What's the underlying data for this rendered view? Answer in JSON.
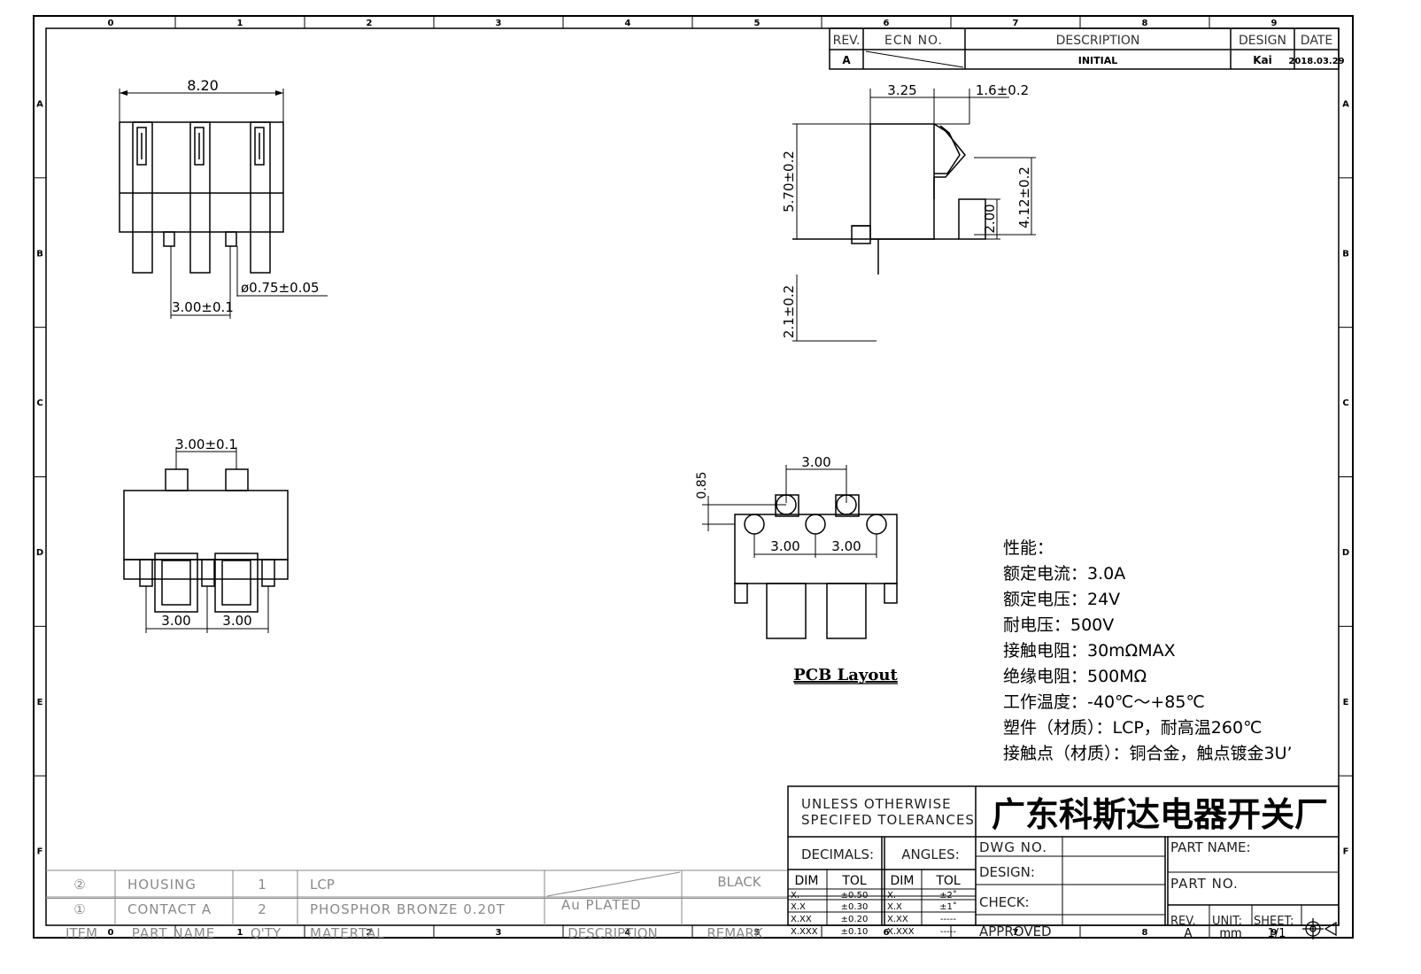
{
  "frame": {
    "col_labels": [
      "0",
      "1",
      "2",
      "3",
      "4",
      "5",
      "6",
      "7",
      "8",
      "9"
    ],
    "row_labels": [
      "A",
      "B",
      "C",
      "D",
      "E",
      "F"
    ]
  },
  "revision_block": {
    "headers": [
      "REV.",
      "ECN NO.",
      "DESCRIPTION",
      "DESIGN",
      "DATE"
    ],
    "row": {
      "rev": "A",
      "ecn": "",
      "description": "INITIAL",
      "design": "Kai",
      "date": "2018.03.29"
    }
  },
  "front_view": {
    "width_dim": "8.20",
    "pin_dia_dim": "ø0.75±0.05",
    "pitch_dim": "3.00±0.1"
  },
  "side_view": {
    "d1": "3.25",
    "d2": "1.6±0.2",
    "d3": "5.70±0.2",
    "d4": "4.12±0.2",
    "d5": "2.00",
    "d6": "2.1±0.2"
  },
  "bottom_view": {
    "top_dim": "3.00±0.1",
    "bottom_dim_1": "3.00",
    "bottom_dim_2": "3.00"
  },
  "pcb_layout": {
    "title": "PCB Layout",
    "dim_top": "3.00",
    "dim_offset": "0.85",
    "dim_left": "3.00",
    "dim_right": "3.00"
  },
  "specs": {
    "title": "性能：",
    "lines": [
      "额定电流：3.0A",
      "额定电压：24V",
      "耐电压：500V",
      "接触电阻：30mΩMAX",
      "绝缘电阻：500MΩ",
      "工作温度：-40℃～+85℃",
      "塑件（材质）：LCP，耐高温260℃",
      "接触点（材质）：铜合金，触点镀金3U’"
    ]
  },
  "bom": {
    "rows": [
      {
        "item": "②",
        "part": "HOUSING",
        "qty": "1",
        "material": "LCP",
        "description": "",
        "remark": "BLACK"
      },
      {
        "item": "①",
        "part": "CONTACT A",
        "qty": "2",
        "material": "PHOSPHOR BRONZE 0.20T",
        "description": "Au PLATED",
        "remark": ""
      }
    ],
    "header": {
      "item": "ITEM",
      "part": "PART NAME",
      "qty": "Q'TY",
      "material": "MATERTAL",
      "description": "DESCRIPTION",
      "remark": "REMARK"
    }
  },
  "title_block": {
    "tolerance_note_1": "UNLESS OTHERWISE",
    "tolerance_note_2": "SPECIFED TOLERANCES",
    "company": "广东科斯达电器开关厂",
    "decimals_label": "DECIMALS:",
    "angles_label": "ANGLES:",
    "dim_label": "DIM",
    "tol_label": "TOL",
    "decimal_rows": [
      {
        "dim": "X.",
        "tol": "±0.50"
      },
      {
        "dim": "X.X",
        "tol": "±0.30"
      },
      {
        "dim": "X.XX",
        "tol": "±0.20"
      },
      {
        "dim": "X.XXX",
        "tol": "±0.10"
      }
    ],
    "angle_rows": [
      {
        "dim": "X.",
        "tol": "±2˚"
      },
      {
        "dim": "X.X",
        "tol": "±1˚"
      },
      {
        "dim": "X.XX",
        "tol": "-----"
      },
      {
        "dim": "X.XXX",
        "tol": "-----"
      }
    ],
    "dwg_no": "DWG NO.",
    "design": "DESIGN:",
    "check": "CHECK:",
    "approved": "APPROVED",
    "part_name": "PART NAME:",
    "part_no": "PART NO.",
    "rev_label": "REV.",
    "rev_value": "A",
    "unit_label": "UNIT:",
    "unit_value": "mm",
    "sheet_label": "SHEET:",
    "sheet_value": "1/1"
  },
  "colors": {
    "line": "#000000",
    "muted": "#8a8a8a"
  }
}
